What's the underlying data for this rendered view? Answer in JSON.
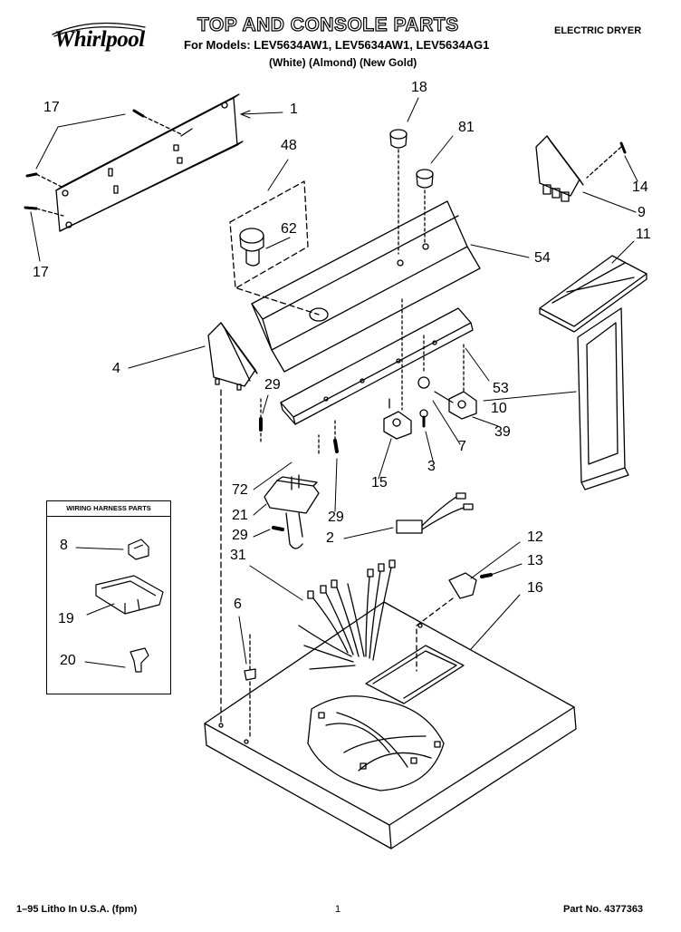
{
  "header": {
    "brand": "Whirlpool",
    "title": "TOP AND CONSOLE PARTS",
    "models_line": "For Models: LEV5634AW1, LEV5634AW1, LEV5634AG1",
    "colors_line": "(White)   (Almond)   (New Gold)",
    "product": "ELECTRIC DRYER"
  },
  "inset": {
    "title": "WIRING HARNESS PARTS"
  },
  "part_numbers": {
    "p1": "1",
    "p17a": "17",
    "p17b": "17",
    "p48": "48",
    "p62": "62",
    "p18": "18",
    "p81": "81",
    "p14": "14",
    "p9": "9",
    "p54": "54",
    "p11": "11",
    "p4": "4",
    "p53": "53",
    "p10": "10",
    "p29a": "29",
    "p39": "39",
    "p7": "7",
    "p72": "72",
    "p15": "15",
    "p3": "3",
    "p21": "21",
    "p29b": "29",
    "p29c": "29",
    "p2": "2",
    "p8": "8",
    "p31": "31",
    "p12": "12",
    "p13": "13",
    "p16": "16",
    "p19": "19",
    "p6": "6",
    "p20": "20"
  },
  "footer": {
    "litho": "1–95 Litho In U.S.A. (fpm)",
    "page": "1",
    "part_no": "Part No. 4377363"
  }
}
